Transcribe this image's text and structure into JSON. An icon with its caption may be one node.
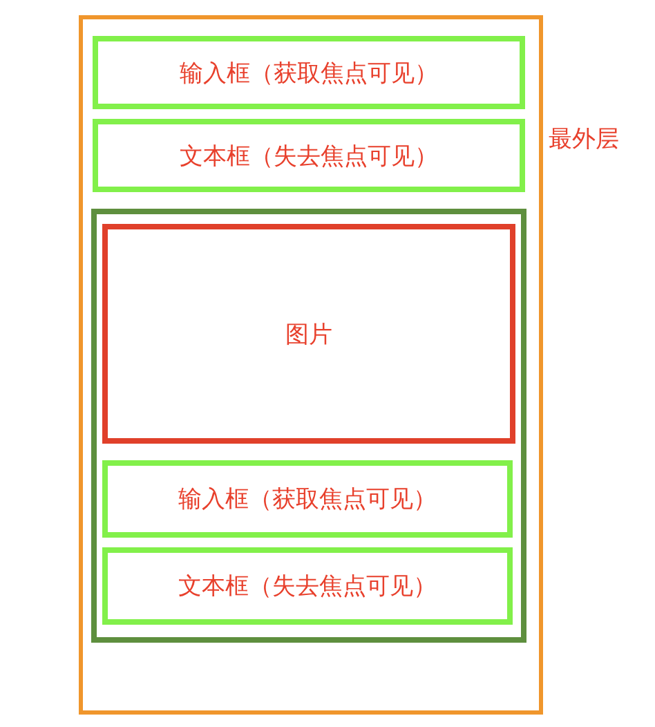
{
  "diagram": {
    "nodes": [
      {
        "text": [
          "最外层"
        ]
      },
      {
        "text": [
          "输入框（获取焦点可见）"
        ],
        "in": 0
      },
      {
        "text": [
          "文本框（失去焦点可见）"
        ],
        "in": 0
      },
      {
        "text": [],
        "shape": "box",
        "in": 0
      },
      {
        "text": [
          "图片"
        ],
        "in": 3
      },
      {
        "text": [
          "输入框（获取焦点可见）"
        ],
        "in": 3
      },
      {
        "text": [
          "文本框（失去焦点可见）"
        ],
        "in": 3
      }
    ]
  }
}
